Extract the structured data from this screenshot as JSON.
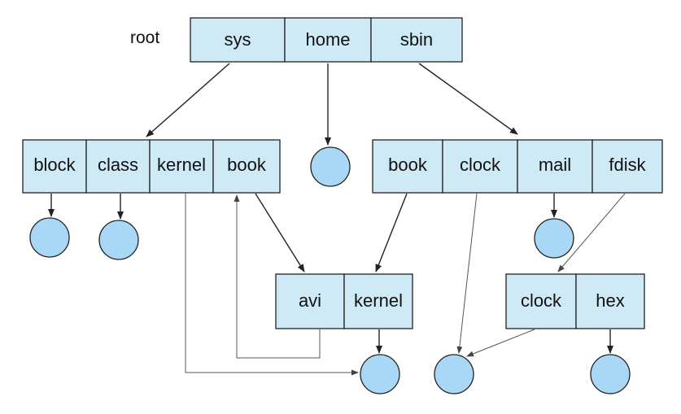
{
  "root_label": "root",
  "colors": {
    "cell_fill": "#cfeaf7",
    "file_fill": "#a8d8f5",
    "line": "#222222"
  },
  "directories": {
    "root": [
      "sys",
      "home",
      "sbin"
    ],
    "sys": [
      "block",
      "class",
      "kernel",
      "book"
    ],
    "sbin": [
      "book",
      "clock",
      "mail",
      "fdisk"
    ],
    "shared_avi": [
      "avi",
      "kernel"
    ],
    "fdisk_dir": [
      "clock",
      "hex"
    ]
  }
}
